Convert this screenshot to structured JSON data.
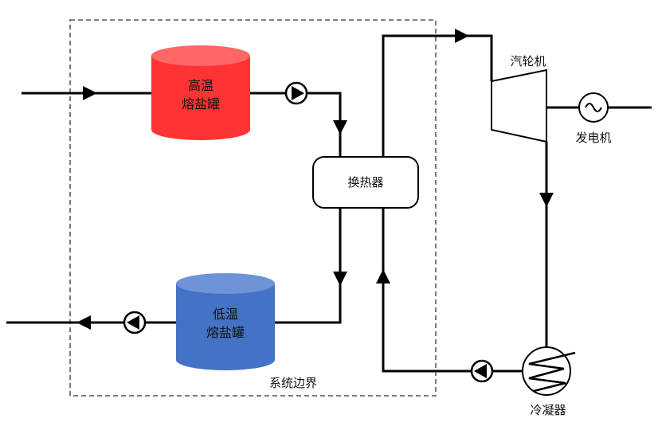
{
  "boundary_label": "系统边界",
  "hot_tank": {
    "line1": "高温",
    "line2": "熔盐罐",
    "color": "#FF3333"
  },
  "cold_tank": {
    "line1": "低温",
    "line2": "熔盐罐",
    "color": "#4472C4"
  },
  "heat_exchanger": {
    "label": "换热器"
  },
  "turbine": {
    "label": "汽轮机"
  },
  "generator": {
    "label": "发电机"
  },
  "condenser": {
    "label": "冷凝器"
  }
}
